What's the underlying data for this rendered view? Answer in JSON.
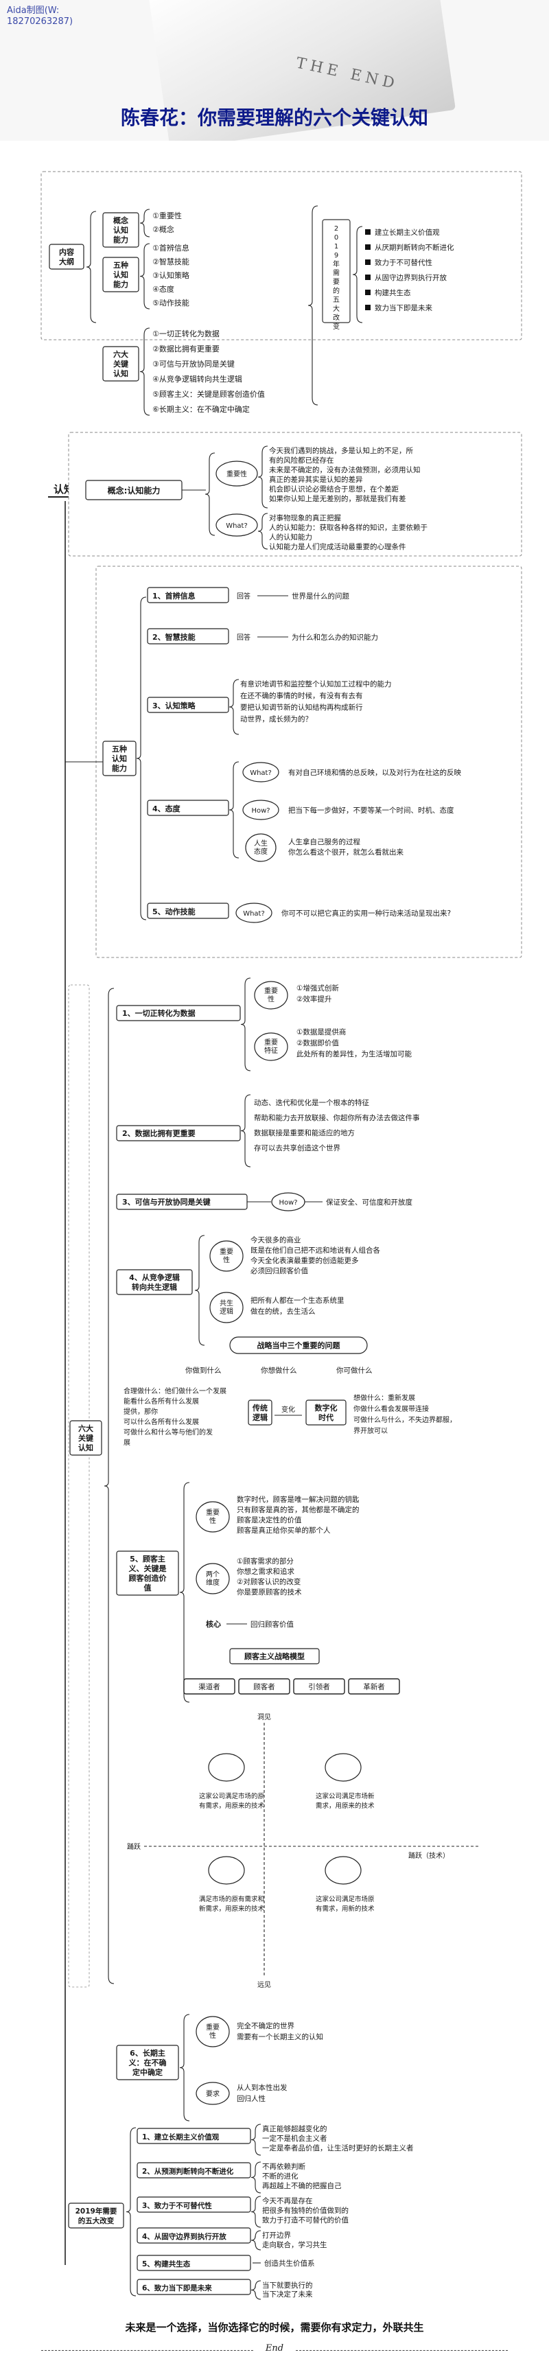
{
  "watermark": {
    "line1": "Aida制图(W:",
    "line2": "18270263287)"
  },
  "banner": {
    "end_text": "THE END"
  },
  "title": "陈春花：你需要理解的六个关键认知",
  "outline": {
    "root": "内容大纲",
    "b1": {
      "label": [
        "概念",
        "认知",
        "能力"
      ],
      "items": [
        "①重要性",
        "②概念"
      ]
    },
    "b2": {
      "label": [
        "五种",
        "认知",
        "能力"
      ],
      "items": [
        "①首辨信息",
        "②智慧技能",
        "③认知策略",
        "④态度",
        "⑤动作技能"
      ]
    },
    "b3": {
      "label": [
        "六大",
        "关键",
        "认知"
      ],
      "items": [
        "①一切正转化为数据",
        "②数据比拥有更重要",
        "③可信与开放协同是关键",
        "④从竞争逻辑转向共生逻辑",
        "⑤顾客主义：关键是顾客创造价值",
        "⑥长期主义：在不确定中确定"
      ]
    },
    "vert": "2019年需要的五大改变",
    "changes": [
      "建立长期主义价值观",
      "从厌期判断转向不断进化",
      "致力于不可替代性",
      "从固守边界到执行开放",
      "构建共生态",
      "致力当下即是未来"
    ]
  },
  "sec1": {
    "badge": "认知",
    "label": "概念:认知能力",
    "imp": "重要性",
    "imp_text": [
      "今天我们遇到的挑战，多是认知上的不足，所",
      "有的风险都已经存在",
      "未来是不确定的，没有办法做预测，必须用认知",
      "真正的差异其实是认知的差异",
      "机会即认识论必需结合于思想，在个差距",
      "如果你认知上是无差别的，那就是我们有差"
    ],
    "what": "What?",
    "what_text": [
      "对事物现象的真正把握",
      "人的认知能力：获取各种各样的知识，主要依赖于",
      "人的认知能力",
      "认知能力是人们完成活动最重要的心理条件"
    ]
  },
  "sec2": {
    "label": [
      "五种",
      "认知",
      "能力"
    ],
    "items": [
      "1、首辨信息",
      "2、智慧技能",
      "3、认知策略",
      "4、态度",
      "5、动作技能"
    ],
    "i1": [
      "回答",
      "世界是什么的问题"
    ],
    "i2": [
      "回答",
      "为什么和怎么办的知识能力"
    ],
    "i3": [
      "有意识地调节和监控整个认知加工过程中的能力",
      "在还不确的事情的时候，有没有有去有",
      "要把认知调节新的认知结构再构成新行",
      "动世界，成长频为的？"
    ],
    "what": "What?",
    "how": "How?",
    "life": [
      "人生",
      "态度"
    ],
    "i4_what": "有对自己环境和情的总反映，以及对行为在社这的反映",
    "i4_how": "把当下每一步做好，不要等某一个时间、时机、态度",
    "i4_life": [
      "人生拿自己服务的过程",
      "你怎么看这个很开，就怎么看就出来"
    ],
    "i5_what": "What?",
    "i5_text": "你可不可以把它真正的实用一种行动来活动呈现出来?"
  },
  "sec3": {
    "label": [
      "六大",
      "关键",
      "认知"
    ],
    "k1": {
      "title": "1、一切正转化为数据",
      "imp": [
        "重要",
        "性"
      ],
      "imp_items": [
        "①增强式创新",
        "②效率提升"
      ],
      "core": [
        "重要",
        "特征"
      ],
      "core_items": [
        "①数据是提供商",
        "②数据即价值",
        "此处所有的差异性，为生活增加可能"
      ]
    },
    "k2": {
      "title": "2、数据比拥有更重要",
      "items": [
        "动态、迭代和优化是一个根本的特征",
        "帮助和能力去开放联接、你超你所有办法去做这件事",
        "数据联接是重要和能适应的地方",
        "存可以去共享创造这个世界"
      ]
    },
    "k3": {
      "title": "3、可信与开放协同是关键",
      "how": "How?",
      "text": "保证安全、可信度和开放度"
    },
    "k4": {
      "title": [
        "4、从竞争逻辑",
        "转向共生逻辑"
      ],
      "imp": [
        "重要",
        "性"
      ],
      "imp_items": [
        "今天很多的商业",
        "既是在他们自己把不远和地说有人组合各",
        "今天全化表演最重要的创造能更多",
        "必须回归顾客价值"
      ],
      "coexist": [
        "共生",
        "逻辑"
      ],
      "coexist_items": [
        "把所有人都在一个生态系统里",
        "做在的统，去生活么"
      ],
      "strategy": "战略当中三个重要的问题",
      "strategy_items": [
        "你做到什么",
        "你想做什么",
        "你可做什么"
      ],
      "left": [
        "合理做什么：他们做什么一个发展",
        "能看什么各所有什么发展",
        "提供，那你",
        "可以什么各所有什么发展",
        "可做什么和什么等与他们的发",
        "展"
      ],
      "trad": [
        "传统",
        "逻辑"
      ],
      "change": "变化",
      "digital": [
        "数字化",
        "时代"
      ],
      "right": [
        "想做什么：重新发展",
        "你做什么看会发展带连接",
        "可做什么与什么，不失边界都服，",
        "界开放可以"
      ]
    },
    "k5": {
      "title": [
        "5、顾客主",
        "义、关键是",
        "顾客创造价",
        "值"
      ],
      "imp": [
        "重要",
        "性"
      ],
      "imp_items": [
        "数字时代，顾客是唯一解决问题的钥匙",
        "只有顾客是真的答，其他都是不确定的",
        "顾客是决定性的价值",
        "顾客是真正给你买单的那个人"
      ],
      "two": [
        "两个",
        "维度"
      ],
      "two_items": [
        "①顾客需求的部分",
        "你想之需求和追求",
        "②对顾客认识的改变",
        "你是要原顾客的技术"
      ],
      "core": "核心",
      "core_text": "回归顾客价值",
      "model": "顾客主义战略模型",
      "boxes": [
        "渠道者",
        "顾客者",
        "引领者",
        "革新者"
      ],
      "quad_top": "洞见",
      "quad_bottom": "远见",
      "quad_left": "踊跃",
      "quad_right": "踊跃（技术）",
      "q1": [
        "这家公司满足市场的原有需求，用原来的技术"
      ],
      "q2": [
        "这家公司满足市场新需求，用原来的技术"
      ],
      "q3": [
        "满足市场的原有需求和新需求，用原来的技术"
      ],
      "q4": [
        "这家公司满足市场原有需求，用新的技术"
      ]
    },
    "k6": {
      "title": [
        "6、长期主",
        "义：在不确",
        "定中确定"
      ],
      "imp": [
        "重要",
        "性"
      ],
      "imp_items": [
        "完全不确定的世界",
        "需要有一个长期主义的认知"
      ],
      "req": "要求",
      "req_items": [
        "从人到本性出发",
        "回归人性"
      ]
    }
  },
  "sec4": {
    "label": [
      "2019年需要",
      "的五大改变"
    ],
    "items": [
      "1、建立长期主义价值观",
      "2、从预测判断转向不断进化",
      "3、致力于不可替代性",
      "4、从固守边界到执行开放",
      "5、构建共生态",
      "6、致力当下即是未来"
    ],
    "d1": [
      "真正能够超越变化的",
      "一定不是机会主义者",
      "一定是奉者品价值，让生活时更好的长期主义者"
    ],
    "d2": [
      "不再依赖判断",
      "不断的进化",
      "再超越上不确的把握自己"
    ],
    "d3": [
      "今天不再是存在",
      "把很多有独特的价值做到的",
      "致力于打造不可替代的价值"
    ],
    "d4": [
      "打开边界",
      "走向联合，学习共生"
    ],
    "d5": "创造共生价值系",
    "d6": [
      "当下就要执行的",
      "当下决定了未来"
    ]
  },
  "footer": "未来是一个选择，当你选择它的时候，需要你有求定力，外联共生",
  "end_word": "End"
}
